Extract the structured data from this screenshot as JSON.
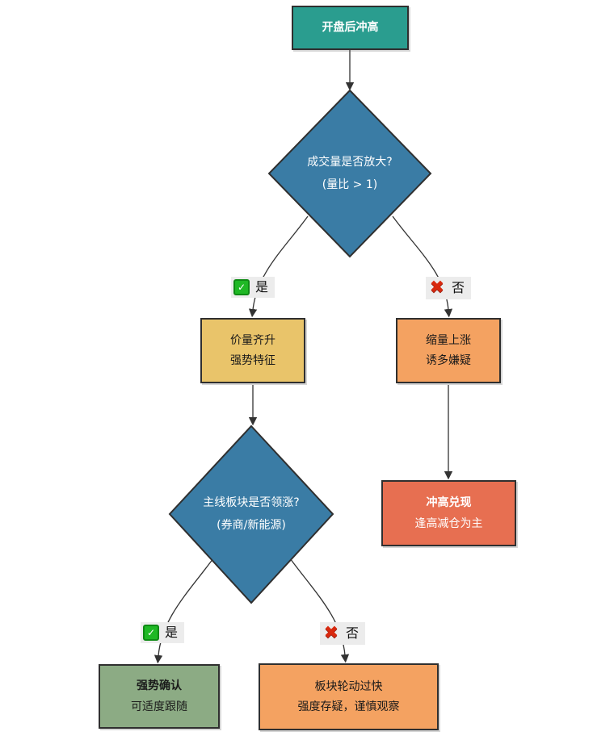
{
  "diagram": {
    "nodes": {
      "start": {
        "text": "开盘后冲高"
      },
      "decision_volume": {
        "line1": "成交量是否放大?",
        "line2": "(量比 > 1)"
      },
      "price_volume_rise": {
        "line1": "价量齐升",
        "line2": "强势特征"
      },
      "shrink_volume_rise": {
        "line1": "缩量上涨",
        "line2": "诱多嫌疑"
      },
      "take_profit": {
        "line1": "冲高兑现",
        "line2": "逢高减仓为主"
      },
      "decision_sector": {
        "line1": "主线板块是否领涨?",
        "line2": "(券商/新能源)"
      },
      "strong_confirm": {
        "line1": "强势确认",
        "line2": "可适度跟随"
      },
      "sector_rotation": {
        "line1": "板块轮动过快",
        "line2": "强度存疑，谨慎观察"
      }
    },
    "edge_labels": {
      "yes1": "是",
      "no1": "否",
      "yes2": "是",
      "no2": "否"
    },
    "icons": {
      "check": "✓",
      "cross": "✖"
    },
    "colors": {
      "start_fill": "#2a9d8f",
      "decision_fill": "#3a7ca5",
      "yellow_fill": "#e9c46a",
      "orange_fill": "#f4a261",
      "red_fill": "#e76f51",
      "green_fill": "#8cab84",
      "node_border": "#2f2f2f",
      "edge_stroke": "#333333",
      "label_bg": "#ececec",
      "check_green": "#1fb825",
      "cross_red": "#d8290f"
    }
  }
}
